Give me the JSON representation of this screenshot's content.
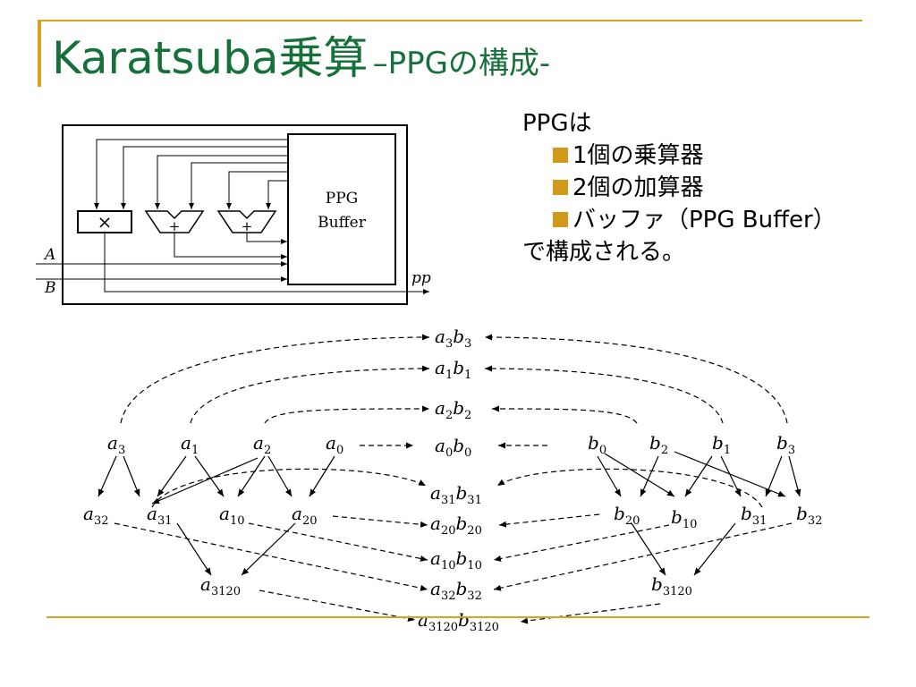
{
  "slide": {
    "title_main": "Karatsuba乗算",
    "title_sub": "–PPGの構成-"
  },
  "bullets": {
    "intro": "PPGは",
    "items": [
      "1個の乗算器",
      "2個の加算器",
      "バッファ（PPG Buffer）"
    ],
    "outro": "で構成される。"
  },
  "circuit": {
    "buffer_line1": "PPG",
    "buffer_line2": "Buffer",
    "multiplier_symbol": "×",
    "adder1_symbol": "+",
    "adder2_symbol": "+",
    "input_a": "A",
    "input_b": "B",
    "output_pp": "pp"
  },
  "graph": {
    "a_inputs": [
      {
        "base": "a",
        "sub": "3"
      },
      {
        "base": "a",
        "sub": "1"
      },
      {
        "base": "a",
        "sub": "2"
      },
      {
        "base": "a",
        "sub": "0"
      }
    ],
    "b_inputs": [
      {
        "base": "b",
        "sub": "0"
      },
      {
        "base": "b",
        "sub": "2"
      },
      {
        "base": "b",
        "sub": "1"
      },
      {
        "base": "b",
        "sub": "3"
      }
    ],
    "a_sums": [
      {
        "base": "a",
        "sub": "32"
      },
      {
        "base": "a",
        "sub": "31"
      },
      {
        "base": "a",
        "sub": "10"
      },
      {
        "base": "a",
        "sub": "20"
      }
    ],
    "b_sums": [
      {
        "base": "b",
        "sub": "20"
      },
      {
        "base": "b",
        "sub": "10"
      },
      {
        "base": "b",
        "sub": "31"
      },
      {
        "base": "b",
        "sub": "32"
      }
    ],
    "a_final": {
      "base": "a",
      "sub": "3120"
    },
    "b_final": {
      "base": "b",
      "sub": "3120"
    },
    "products": [
      {
        "a": "a",
        "as": "3",
        "b": "b",
        "bs": "3"
      },
      {
        "a": "a",
        "as": "1",
        "b": "b",
        "bs": "1"
      },
      {
        "a": "a",
        "as": "2",
        "b": "b",
        "bs": "2"
      },
      {
        "a": "a",
        "as": "0",
        "b": "b",
        "bs": "0"
      },
      {
        "a": "a",
        "as": "31",
        "b": "b",
        "bs": "31"
      },
      {
        "a": "a",
        "as": "20",
        "b": "b",
        "bs": "20"
      },
      {
        "a": "a",
        "as": "10",
        "b": "b",
        "bs": "10"
      },
      {
        "a": "a",
        "as": "32",
        "b": "b",
        "bs": "32"
      },
      {
        "a": "a",
        "as": "3120",
        "b": "b",
        "bs": "3120"
      }
    ]
  },
  "colors": {
    "title": "#16703a",
    "accent": "#d8a320",
    "bullet_square": "#d09a1a"
  }
}
